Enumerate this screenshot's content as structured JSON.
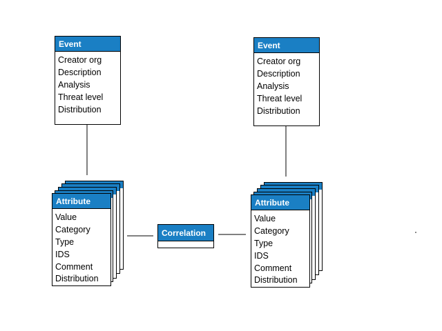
{
  "diagram": {
    "event_left": {
      "title": "Event",
      "fields": [
        "Creator org",
        "Description",
        "Analysis",
        "Threat level",
        "Distribution"
      ]
    },
    "event_right": {
      "title": "Event",
      "fields": [
        "Creator org",
        "Description",
        "Analysis",
        "Threat level",
        "Distribution"
      ]
    },
    "attribute_left": {
      "title": "Attribute",
      "fields": [
        "Value",
        "Category",
        "Type",
        "IDS",
        "Comment",
        "Distribution"
      ]
    },
    "attribute_right": {
      "title": "Attribute",
      "fields": [
        "Value",
        "Category",
        "Type",
        "IDS",
        "Comment",
        "Distribution"
      ]
    },
    "correlation": {
      "title": "Correlation"
    }
  },
  "colors": {
    "header": "#1a7fc4",
    "border": "#000000"
  }
}
